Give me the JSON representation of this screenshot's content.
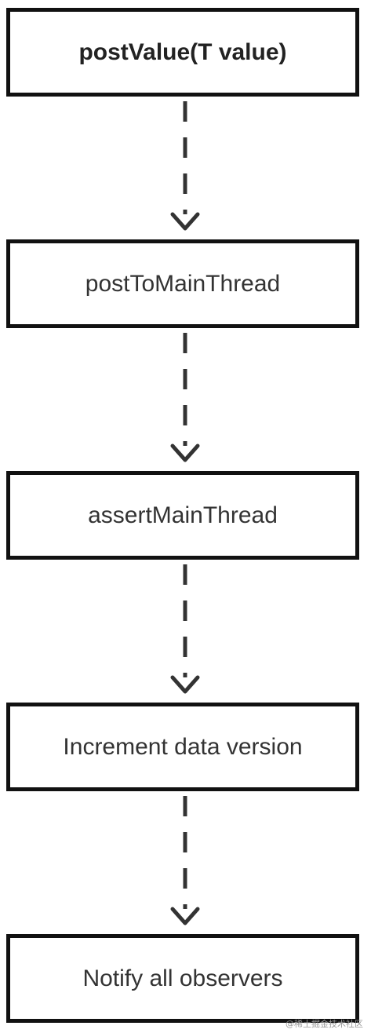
{
  "flow": {
    "steps": [
      "postValue(T value)",
      "postToMainThread",
      "assertMainThread",
      "Increment data version",
      "Notify all observers"
    ]
  },
  "watermark": "@稀土掘金技术社区",
  "colors": {
    "border": "#111111",
    "text": "#333333",
    "arrow": "#333333"
  }
}
